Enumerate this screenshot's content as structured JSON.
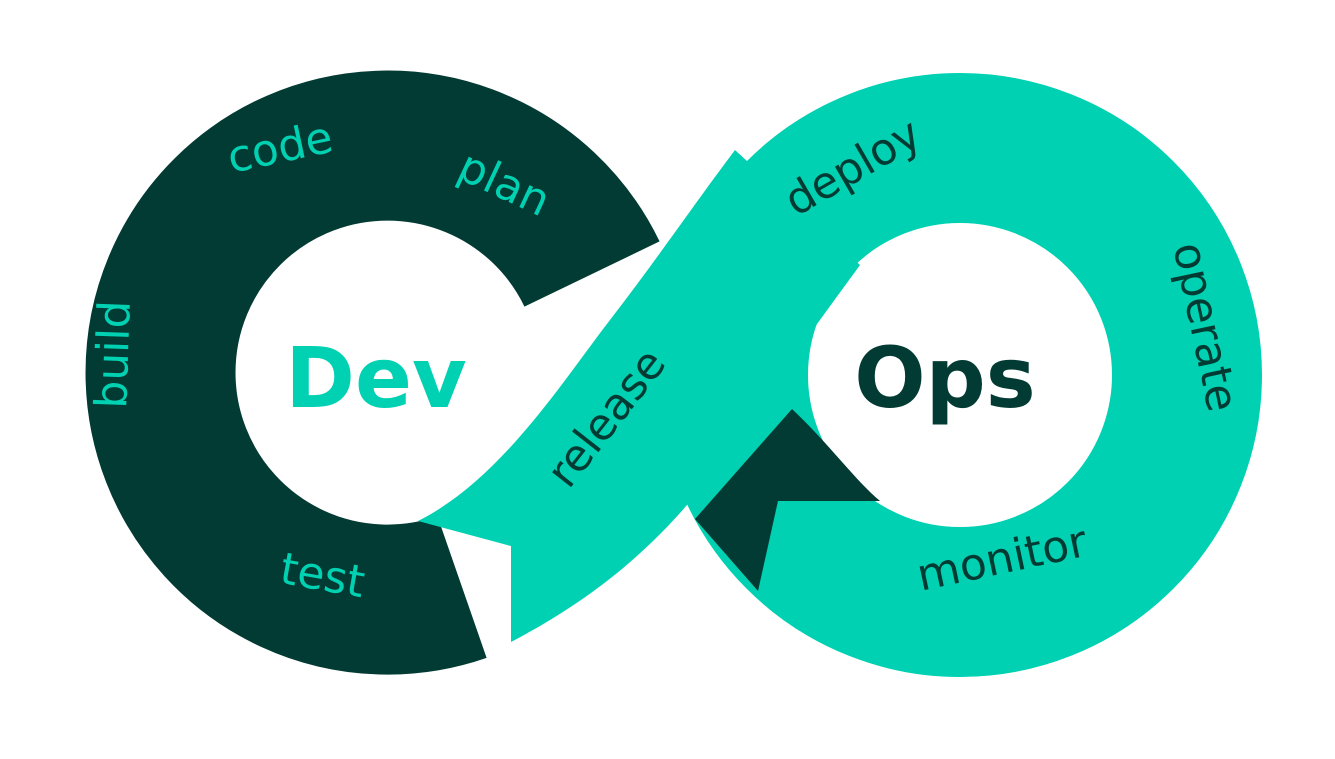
{
  "colors": {
    "dark": "#023b33",
    "teal": "#00d1b2",
    "background": "#ffffff"
  },
  "center": {
    "dev": "Dev",
    "ops": "Ops"
  },
  "stages": {
    "code": "code",
    "plan": "plan",
    "build": "build",
    "test": "test",
    "release": "release",
    "deploy": "deploy",
    "operate": "operate",
    "monitor": "monitor"
  }
}
